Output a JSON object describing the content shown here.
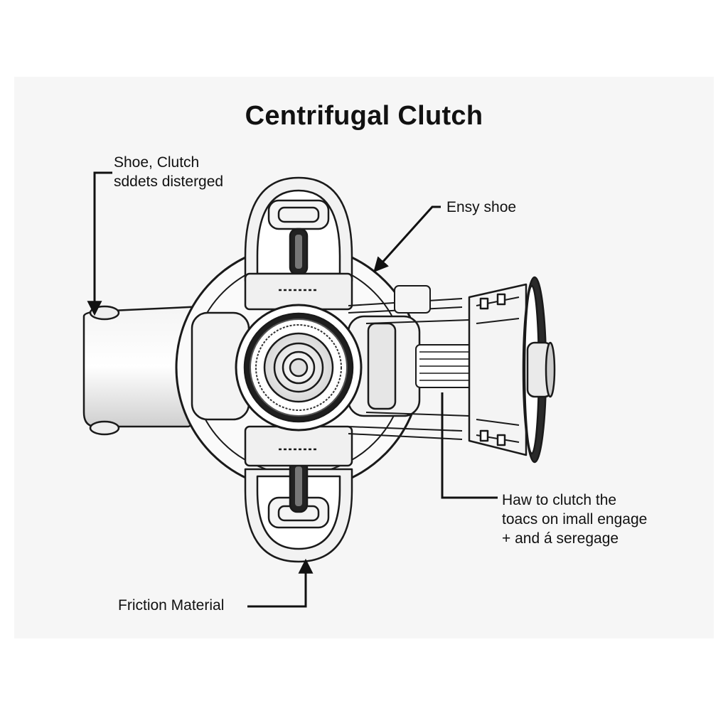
{
  "diagram": {
    "title": "Centrifugal Clutch",
    "labels": {
      "shoe_clutch": [
        "Shoe, Clutch",
        "sddets disterged"
      ],
      "ensy_shoe": "Ensy shoe",
      "how_to": [
        "Haw to clutch the",
        "toacs on imall engage",
        "+ and á seregage"
      ],
      "friction": "Friction Material"
    }
  }
}
